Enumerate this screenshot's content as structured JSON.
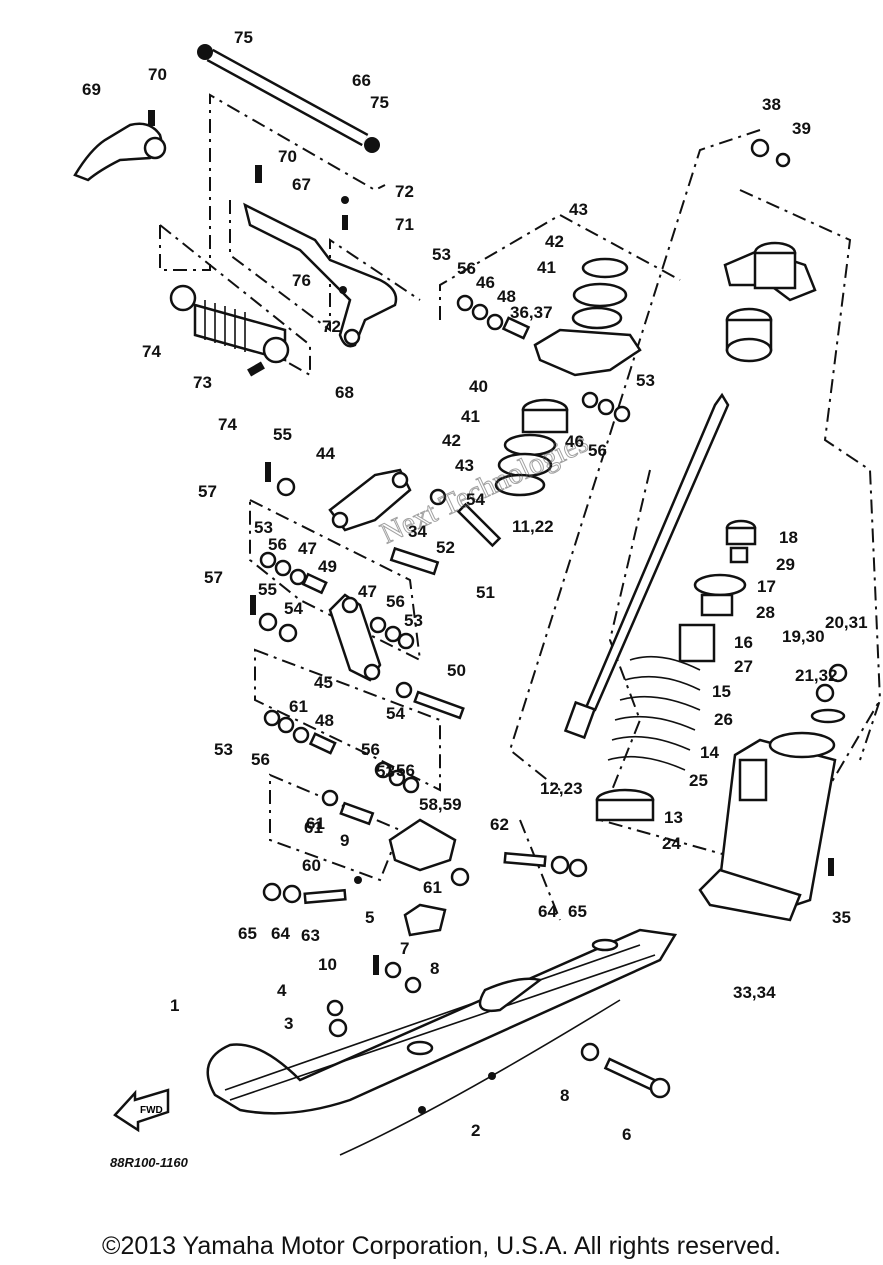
{
  "diagram": {
    "drawing_code": "88R100-1160",
    "front_marker": "FWD",
    "watermark": "Next Technologies",
    "callouts": [
      "75",
      "70",
      "69",
      "66",
      "75",
      "70",
      "67",
      "72",
      "71",
      "76",
      "72",
      "68",
      "74",
      "73",
      "74",
      "38",
      "39",
      "43",
      "42",
      "41",
      "53",
      "56",
      "46",
      "48",
      "36,37",
      "53",
      "40",
      "41",
      "46",
      "56",
      "42",
      "43",
      "11,22",
      "55",
      "44",
      "57",
      "54",
      "34",
      "52",
      "51",
      "53",
      "56",
      "47",
      "49",
      "57",
      "55",
      "54",
      "47",
      "56",
      "53",
      "45",
      "50",
      "54",
      "61",
      "48",
      "53",
      "56",
      "61",
      "56",
      "53",
      "56",
      "61",
      "9",
      "58,59",
      "62",
      "60",
      "61",
      "64",
      "65",
      "65",
      "64",
      "63",
      "5",
      "10",
      "7",
      "8",
      "4",
      "3",
      "1",
      "8",
      "6",
      "2",
      "18",
      "29",
      "17",
      "28",
      "16",
      "27",
      "15",
      "26",
      "14",
      "25",
      "13",
      "24",
      "12,23",
      "20,31",
      "19,30",
      "21,32",
      "35",
      "33,34"
    ]
  },
  "footer": {
    "copyright": "©2013 Yamaha Motor Corporation, U.S.A. All rights reserved."
  }
}
